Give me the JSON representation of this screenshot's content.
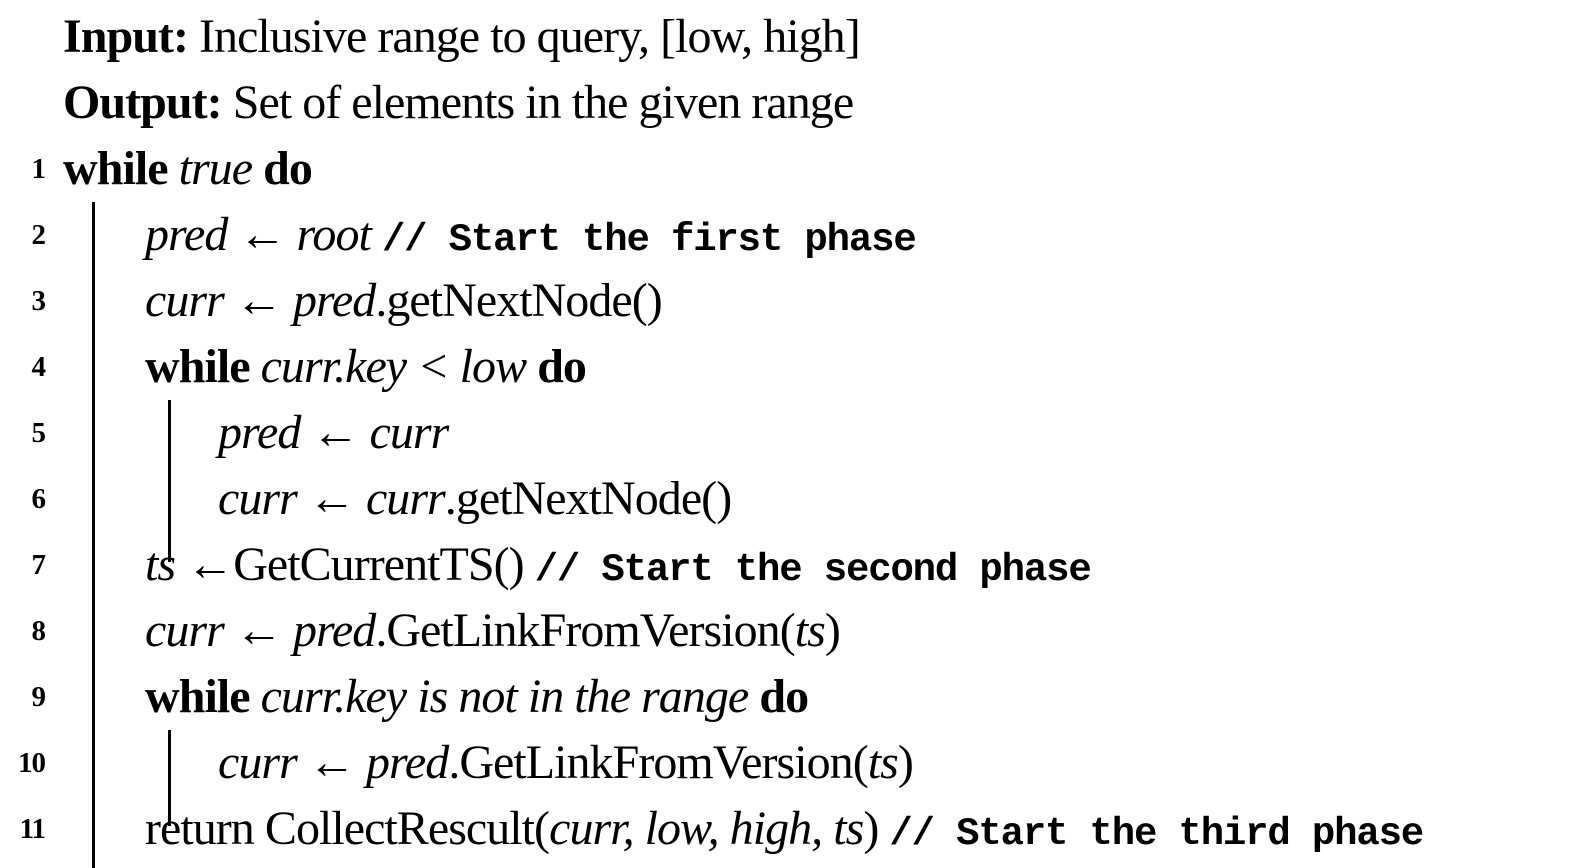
{
  "colors": {
    "background": "#ffffff",
    "text": "#000000",
    "rule": "#000000"
  },
  "algorithm": {
    "input_label": "Input:",
    "input_text": "Inclusive range to query, [low, high]",
    "output_label": "Output:",
    "output_text": "Set of elements in the given range",
    "comment_prefix": "//",
    "lines": [
      {
        "number": "",
        "indent": 0,
        "segments": [
          {
            "text": "Input: ",
            "style": "keyword"
          },
          {
            "text": "Inclusive range to query, [low, high]",
            "style": "plain"
          }
        ]
      },
      {
        "number": "",
        "indent": 0,
        "segments": [
          {
            "text": "Output: ",
            "style": "keyword"
          },
          {
            "text": "Set of elements in the given range",
            "style": "plain"
          }
        ]
      },
      {
        "number": "1",
        "indent": 0,
        "segments": [
          {
            "text": "while ",
            "style": "keyword"
          },
          {
            "text": "true",
            "style": "var"
          },
          {
            "text": " ",
            "style": "plain"
          },
          {
            "text": "do",
            "style": "keyword"
          }
        ]
      },
      {
        "number": "2",
        "indent": 1,
        "segments": [
          {
            "text": "pred ← root",
            "style": "var"
          },
          {
            "text": " ",
            "style": "plain"
          },
          {
            "text": "// Start the first phase",
            "style": "comment"
          }
        ]
      },
      {
        "number": "3",
        "indent": 1,
        "segments": [
          {
            "text": "curr ← pred",
            "style": "var"
          },
          {
            "text": ".getNextNode()",
            "style": "plain"
          }
        ]
      },
      {
        "number": "4",
        "indent": 1,
        "segments": [
          {
            "text": "while ",
            "style": "keyword"
          },
          {
            "text": "curr.key < low",
            "style": "var"
          },
          {
            "text": " ",
            "style": "plain"
          },
          {
            "text": "do",
            "style": "keyword"
          }
        ]
      },
      {
        "number": "5",
        "indent": 2,
        "segments": [
          {
            "text": "pred ← curr",
            "style": "var"
          }
        ]
      },
      {
        "number": "6",
        "indent": 2,
        "guide_extend": true,
        "segments": [
          {
            "text": "curr ← curr",
            "style": "var"
          },
          {
            "text": ".getNextNode()",
            "style": "plain"
          }
        ]
      },
      {
        "number": "7",
        "indent": 1,
        "segments": [
          {
            "text": "ts ←",
            "style": "var"
          },
          {
            "text": "GetCurrentTS() ",
            "style": "plain"
          },
          {
            "text": "// Start the second phase",
            "style": "comment"
          }
        ]
      },
      {
        "number": "8",
        "indent": 1,
        "segments": [
          {
            "text": "curr ← pred",
            "style": "var"
          },
          {
            "text": ".GetLinkFromVersion(",
            "style": "plain"
          },
          {
            "text": "ts",
            "style": "var"
          },
          {
            "text": ")",
            "style": "plain"
          }
        ]
      },
      {
        "number": "9",
        "indent": 1,
        "segments": [
          {
            "text": "while ",
            "style": "keyword"
          },
          {
            "text": "curr.key is not in the range",
            "style": "var"
          },
          {
            "text": " ",
            "style": "plain"
          },
          {
            "text": "do",
            "style": "keyword"
          }
        ]
      },
      {
        "number": "10",
        "indent": 2,
        "guide_extend": true,
        "segments": [
          {
            "text": "curr ← pred",
            "style": "var"
          },
          {
            "text": ".GetLinkFromVersion(",
            "style": "plain"
          },
          {
            "text": "ts",
            "style": "var"
          },
          {
            "text": ")",
            "style": "plain"
          }
        ]
      },
      {
        "number": "11",
        "indent": 1,
        "guide_extend": true,
        "segments": [
          {
            "text": "return CollectRescult(",
            "style": "plain"
          },
          {
            "text": "curr, low, high, ts",
            "style": "var"
          },
          {
            "text": ") ",
            "style": "plain"
          },
          {
            "text": "// Start the third phase",
            "style": "comment"
          }
        ]
      }
    ]
  }
}
